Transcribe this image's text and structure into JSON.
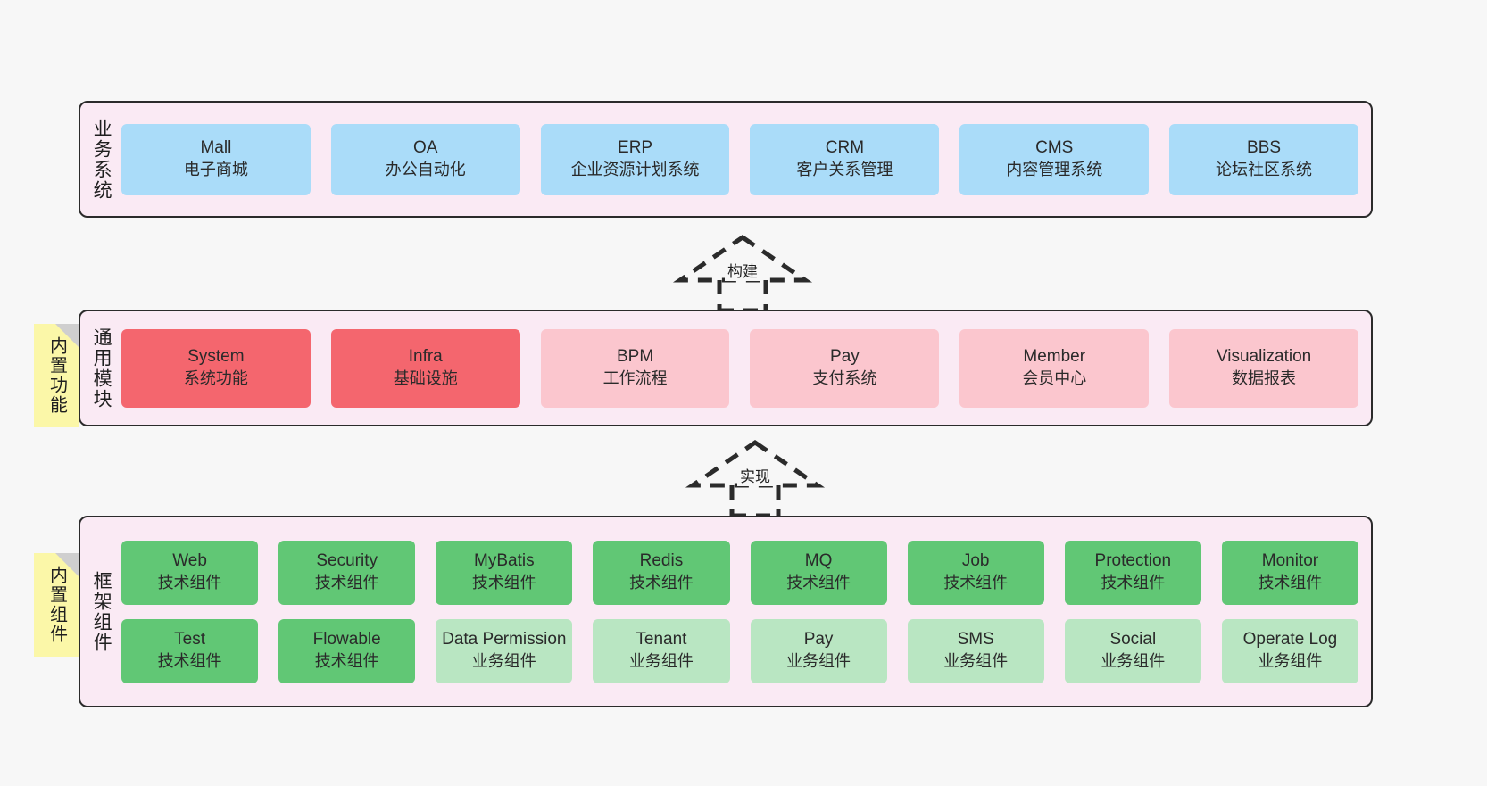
{
  "layers": [
    {
      "key": "business",
      "title": "业务系统",
      "rows": [
        [
          {
            "name": "Mall",
            "sub": "电子商城",
            "color": "#aadcf9"
          },
          {
            "name": "OA",
            "sub": "办公自动化",
            "color": "#aadcf9"
          },
          {
            "name": "ERP",
            "sub": "企业资源计划系统",
            "color": "#aadcf9"
          },
          {
            "name": "CRM",
            "sub": "客户关系管理",
            "color": "#aadcf9"
          },
          {
            "name": "CMS",
            "sub": "内容管理系统",
            "color": "#aadcf9"
          },
          {
            "name": "BBS",
            "sub": "论坛社区系统",
            "color": "#aadcf9"
          }
        ]
      ]
    },
    {
      "key": "modules",
      "title": "通用模块",
      "note": "内置功能",
      "rows": [
        [
          {
            "name": "System",
            "sub": "系统功能",
            "color": "#f4666e"
          },
          {
            "name": "Infra",
            "sub": "基础设施",
            "color": "#f4666e"
          },
          {
            "name": "BPM",
            "sub": "工作流程",
            "color": "#fbc6ce"
          },
          {
            "name": "Pay",
            "sub": "支付系统",
            "color": "#fbc6ce"
          },
          {
            "name": "Member",
            "sub": "会员中心",
            "color": "#fbc6ce"
          },
          {
            "name": "Visualization",
            "sub": "数据报表",
            "color": "#fbc6ce"
          }
        ]
      ]
    },
    {
      "key": "framework",
      "title": "框架组件",
      "note": "内置组件",
      "rows": [
        [
          {
            "name": "Web",
            "sub": "技术组件",
            "color": "#61c775"
          },
          {
            "name": "Security",
            "sub": "技术组件",
            "color": "#61c775"
          },
          {
            "name": "MyBatis",
            "sub": "技术组件",
            "color": "#61c775"
          },
          {
            "name": "Redis",
            "sub": "技术组件",
            "color": "#61c775"
          },
          {
            "name": "MQ",
            "sub": "技术组件",
            "color": "#61c775"
          },
          {
            "name": "Job",
            "sub": "技术组件",
            "color": "#61c775"
          },
          {
            "name": "Protection",
            "sub": "技术组件",
            "color": "#61c775"
          },
          {
            "name": "Monitor",
            "sub": "技术组件",
            "color": "#61c775"
          }
        ],
        [
          {
            "name": "Test",
            "sub": "技术组件",
            "color": "#61c775"
          },
          {
            "name": "Flowable",
            "sub": "技术组件",
            "color": "#61c775"
          },
          {
            "name": "Data Permission",
            "sub": "业务组件",
            "color": "#b9e6c2"
          },
          {
            "name": "Tenant",
            "sub": "业务组件",
            "color": "#b9e6c2"
          },
          {
            "name": "Pay",
            "sub": "业务组件",
            "color": "#b9e6c2"
          },
          {
            "name": "SMS",
            "sub": "业务组件",
            "color": "#b9e6c2"
          },
          {
            "name": "Social",
            "sub": "业务组件",
            "color": "#b9e6c2"
          },
          {
            "name": "Operate Log",
            "sub": "业务组件",
            "color": "#b9e6c2"
          }
        ]
      ]
    }
  ],
  "arrows": [
    {
      "key": "build",
      "label": "构建"
    },
    {
      "key": "implement",
      "label": "实现"
    }
  ],
  "colors": {
    "background": "#f7f7f7",
    "panel": "#faeaf4",
    "outline": "#2b2b2b",
    "note": "#fbf7a8",
    "note_fold": "#cfcfcf",
    "blue": "#aadcf9",
    "red": "#f4666e",
    "pink": "#fbc6ce",
    "green": "#61c775",
    "light_green": "#b9e6c2"
  }
}
